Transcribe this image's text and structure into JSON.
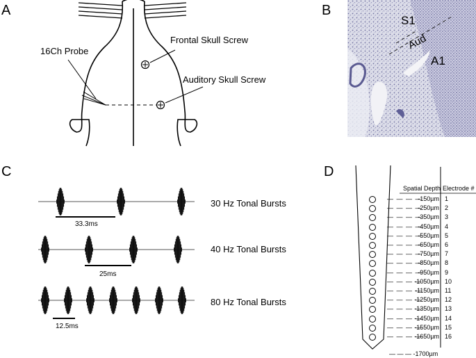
{
  "panels": {
    "a": {
      "letter": "A",
      "labels": {
        "frontal": "Frontal Skull Screw",
        "probe": "16Ch Probe",
        "auditory": "Auditory Skull Screw"
      }
    },
    "b": {
      "letter": "B",
      "labels": {
        "s1": "S1",
        "aud": "Aud",
        "a1": "A1"
      }
    },
    "c": {
      "letter": "C",
      "rows": [
        {
          "label": "30 Hz Tonal Bursts",
          "scale": "33.3ms"
        },
        {
          "label": "40 Hz Tonal Bursts",
          "scale": "25ms"
        },
        {
          "label": "80 Hz Tonal Bursts",
          "scale": "12.5ms"
        }
      ]
    },
    "d": {
      "letter": "D",
      "header_depth": "Spatial Depth",
      "header_electrode": "Electrode #",
      "electrodes": [
        {
          "depth": "-150µm",
          "num": "1"
        },
        {
          "depth": "-250µm",
          "num": "2"
        },
        {
          "depth": "-350µm",
          "num": "3"
        },
        {
          "depth": "-450µm",
          "num": "4"
        },
        {
          "depth": "-550µm",
          "num": "5"
        },
        {
          "depth": "-650µm",
          "num": "6"
        },
        {
          "depth": "-750µm",
          "num": "7"
        },
        {
          "depth": "-850µm",
          "num": "8"
        },
        {
          "depth": "-950µm",
          "num": "9"
        },
        {
          "depth": "-1050µm",
          "num": "10"
        },
        {
          "depth": "-1150µm",
          "num": "11"
        },
        {
          "depth": "-1250µm",
          "num": "12"
        },
        {
          "depth": "-1350µm",
          "num": "13"
        },
        {
          "depth": "-1450µm",
          "num": "14"
        },
        {
          "depth": "-1550µm",
          "num": "15"
        },
        {
          "depth": "-1650µm",
          "num": "16"
        }
      ],
      "tip_depth": "-1700µm"
    }
  }
}
